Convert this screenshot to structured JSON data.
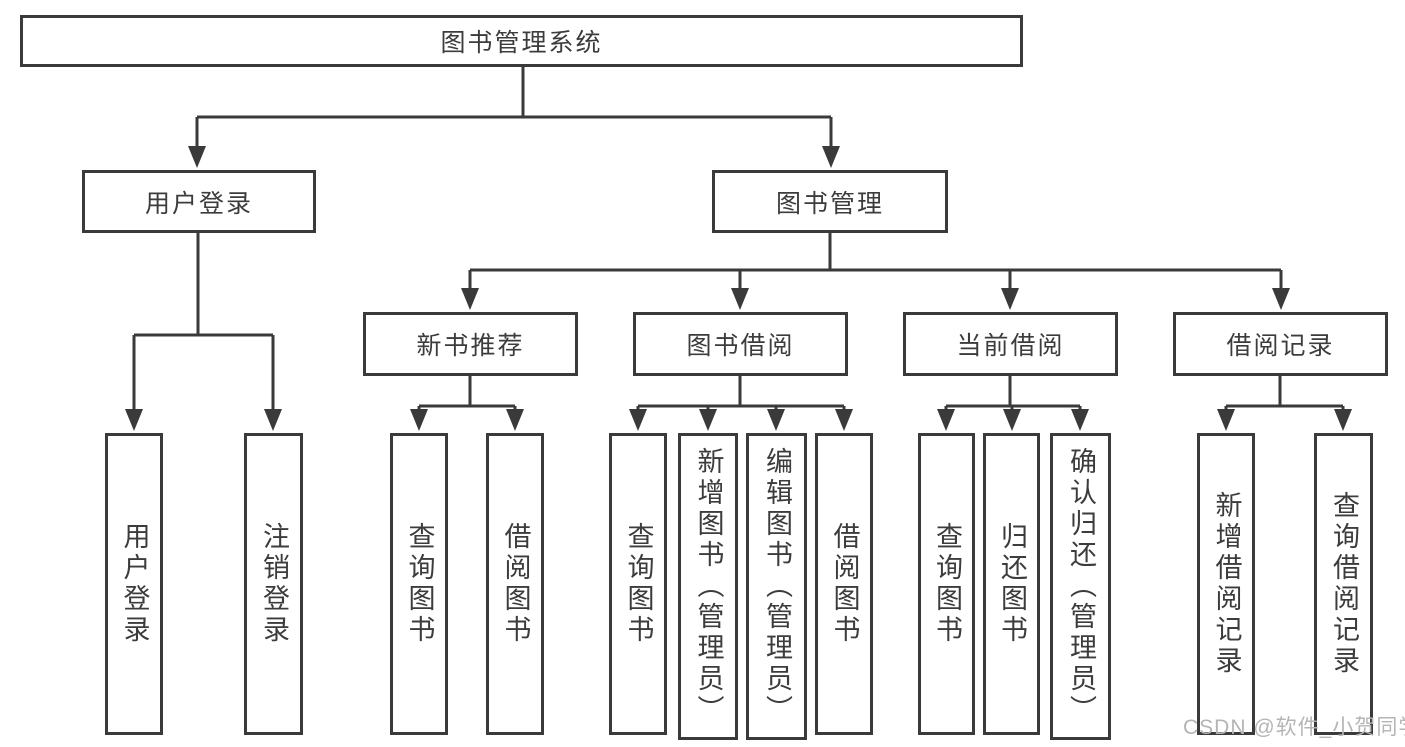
{
  "colors": {
    "line": "#3a3a3a",
    "text": "#3c3c3c",
    "watermark": "#b5b5b5",
    "background": "#ffffff"
  },
  "tree": {
    "root": "图书管理系统",
    "branches": [
      {
        "label": "用户登录",
        "leaves": [
          "用户登录",
          "注销登录"
        ]
      },
      {
        "label": "图书管理",
        "groups": [
          {
            "label": "新书推荐",
            "leaves": [
              "查询图书",
              "借阅图书"
            ]
          },
          {
            "label": "图书借阅",
            "leaves": [
              "查询图书",
              "新增图书（管理员）",
              "编辑图书（管理员）",
              "借阅图书"
            ]
          },
          {
            "label": "当前借阅",
            "leaves": [
              "查询图书",
              "归还图书",
              "确认归还（管理员）"
            ]
          },
          {
            "label": "借阅记录",
            "leaves": [
              "新增借阅记录",
              "查询借阅记录"
            ]
          }
        ]
      }
    ]
  },
  "watermark": {
    "text": "CSDN @软件_小贺同学"
  }
}
